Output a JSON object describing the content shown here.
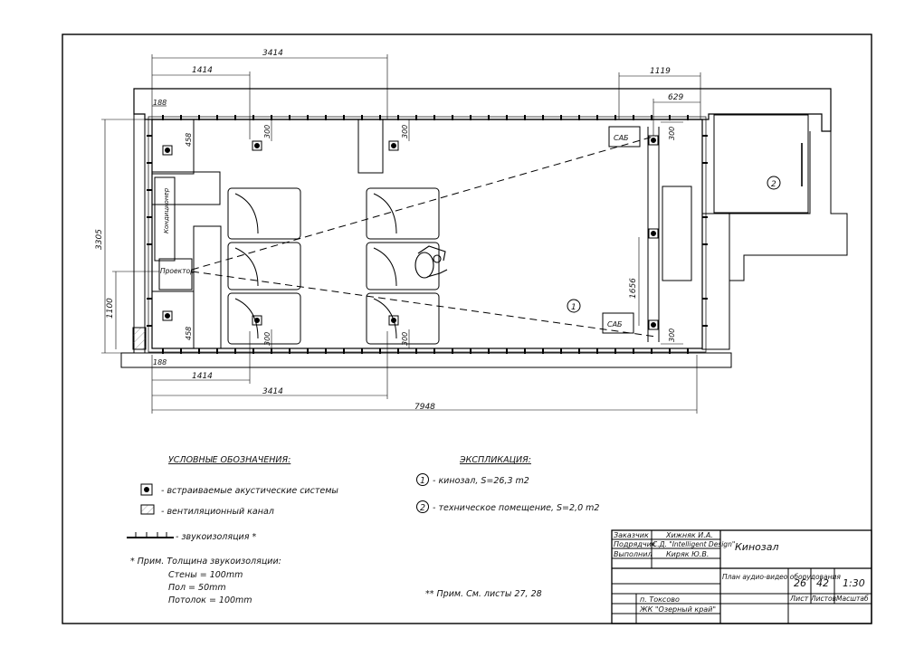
{
  "plan": {
    "dims": {
      "top_overall": "3414",
      "top_left": "1414",
      "top_right": "1119",
      "top_right_inner": "629",
      "top_small": "188",
      "left_height": "3305",
      "left_small": "1100",
      "bottom_small": "188",
      "bottom_left": "1414",
      "bottom_mid": "3414",
      "bottom_total": "7948",
      "speaker_depth_a": "458",
      "speaker_depth_b": "458",
      "offset_300_a": "300",
      "offset_300_b": "300",
      "offset_300_c": "300",
      "offset_300_d": "300",
      "offset_300_e": "300",
      "offset_300_f": "300",
      "right_mid": "1656"
    },
    "labels": {
      "conditioner": "Кондиционер",
      "projector": "Проектор",
      "sub_top": "САБ",
      "sub_bottom": "САБ",
      "room1_marker": "1",
      "room2_marker": "2"
    }
  },
  "legend": {
    "title": "УСЛОВНЫЕ ОБОЗНАЧЕНИЯ:",
    "speakers": "- встраиваемые акустические системы",
    "vent": "- вентиляционный канал",
    "soundproof": "- звукоизоляция *",
    "note_title": "* Прим. Толщина звукоизоляции:",
    "note_walls": "Стены = 100mm",
    "note_floor": "Пол = 50mm",
    "note_ceiling": "Потолок = 100mm"
  },
  "explication": {
    "title": "ЭКСПЛИКАЦИЯ:",
    "item1_num": "1",
    "item1": "- кинозал, S=26,3 m2",
    "item2_num": "2",
    "item2": "- техническое помещение, S=2,0 m2"
  },
  "footnote": "** Прим. См. листы 27, 28",
  "titleblock": {
    "customer_label": "Заказчик",
    "customer": "Хижняк И.А.",
    "contractor_label": "Подрядчик",
    "contractor": "С.Д. \"Intelligent Design\"",
    "executor_label": "Выполнил",
    "executor": "Киряк Ю.В.",
    "project": "Кинозал",
    "sheet_title": "План аудио-видео оборудования",
    "sheet": "26",
    "sheets": "42",
    "scale": "1:30",
    "sheet_label": "Лист",
    "sheets_label": "Листов",
    "scale_label": "Масштаб",
    "place": "п. Токсово",
    "complex": "ЖК \"Озерный край\""
  }
}
